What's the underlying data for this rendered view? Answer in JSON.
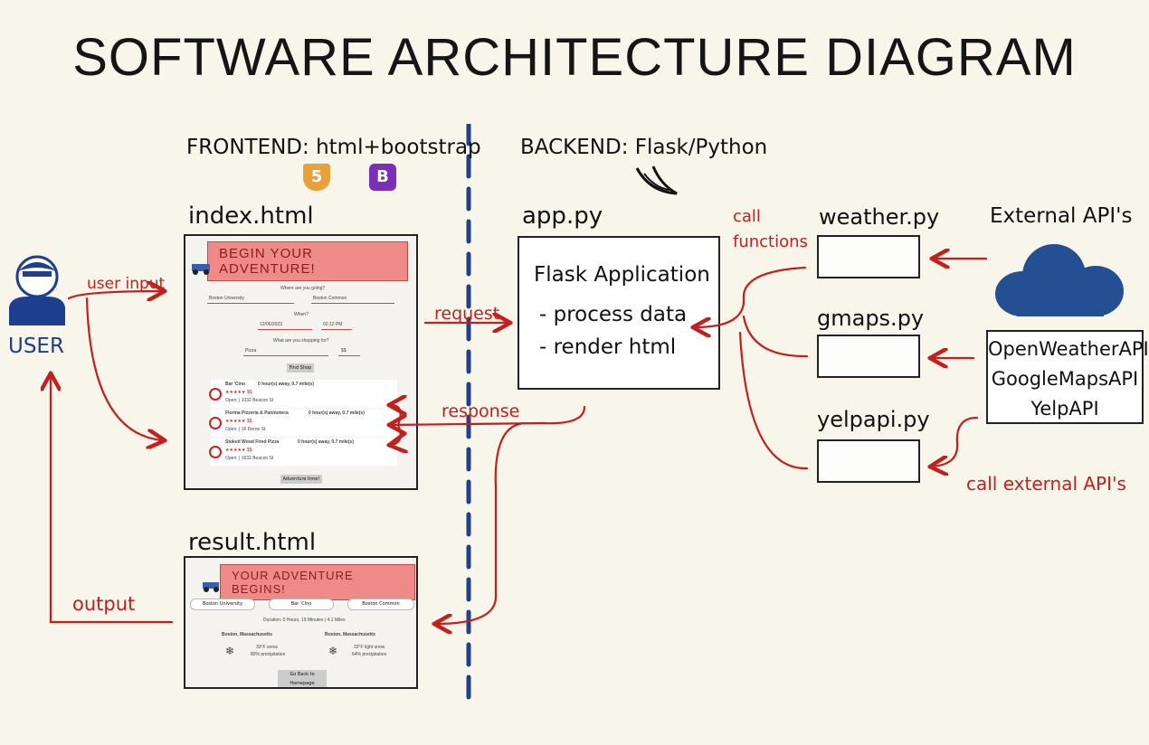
{
  "title": "SOFTWARE ARCHITECTURE DIAGRAM",
  "frontend": {
    "heading": "FRONTEND: html+bootstrap",
    "html5_logo": "5",
    "bootstrap_logo": "B"
  },
  "backend": {
    "heading": "BACKEND: Flask/Python"
  },
  "user": {
    "label": "USER"
  },
  "arrows": {
    "user_input": "user input",
    "output": "output",
    "request": "request",
    "response": "response",
    "call_functions": "call functions",
    "call_external": "call external API's"
  },
  "index_page": {
    "file_label": "index.html",
    "banner": "BEGIN YOUR ADVENTURE!",
    "where_question": "Where are you going?",
    "from_value": "Boston University",
    "to_value": "Boston Common",
    "when_question": "When?",
    "date_value": "12/06/2023",
    "time_value": "02:12 PM",
    "shopping_question": "What are you shopping for?",
    "item_value": "Pizza",
    "price_value": "$$",
    "find_button": "Find Shop",
    "results": [
      {
        "name": "Bar 'Cino",
        "distance": "0 hour(s) away, 0.7 mile(s)",
        "price": "$$",
        "info": "Open: | 1032 Beacon St"
      },
      {
        "name": "Florina Pizzeria & Paninoteca",
        "distance": "0 hour(s) away, 0.7 mile(s)",
        "price": "$$",
        "info": "Open: | 16 Derne St"
      },
      {
        "name": "Stoked Wood Fired Pizza",
        "distance": "0 hour(s) away, 0.7 mile(s)",
        "price": "$$",
        "info": "Open: | 1632 Beacon St"
      }
    ],
    "adventure_button": "Adventure time!"
  },
  "result_page": {
    "file_label": "result.html",
    "banner": "YOUR ADVENTURE BEGINS!",
    "stop1": "Boston University",
    "stop2": "Bar 'Cino",
    "stop3": "Boston Common",
    "duration": "Duration: 0 Hours, 19 Minutes | 4.1 Miles",
    "weather1_city": "Boston, Massachusetts",
    "weather1_temp": "33°F snow",
    "weather1_precip": "80% precipitation",
    "weather2_city": "Boston, Massachusetts",
    "weather2_temp": "33°F light snow",
    "weather2_precip": "64% precipitation",
    "back_button": "Go Back to Homepage"
  },
  "app": {
    "file_label": "app.py",
    "line1": "Flask Application",
    "line2": "- process data",
    "line3": "- render html"
  },
  "modules": {
    "weather": "weather.py",
    "gmaps": "gmaps.py",
    "yelp": "yelpapi.py"
  },
  "external": {
    "heading": "External API's",
    "apis": [
      "OpenWeatherAPI",
      "GoogleMapsAPI",
      "YelpAPI"
    ]
  },
  "colors": {
    "accent_red": "#c21f1f",
    "cloud_blue": "#244f92",
    "divider_blue": "#22408a",
    "html5_orange": "#e8a13a",
    "bootstrap_purple": "#7a2fb6"
  }
}
